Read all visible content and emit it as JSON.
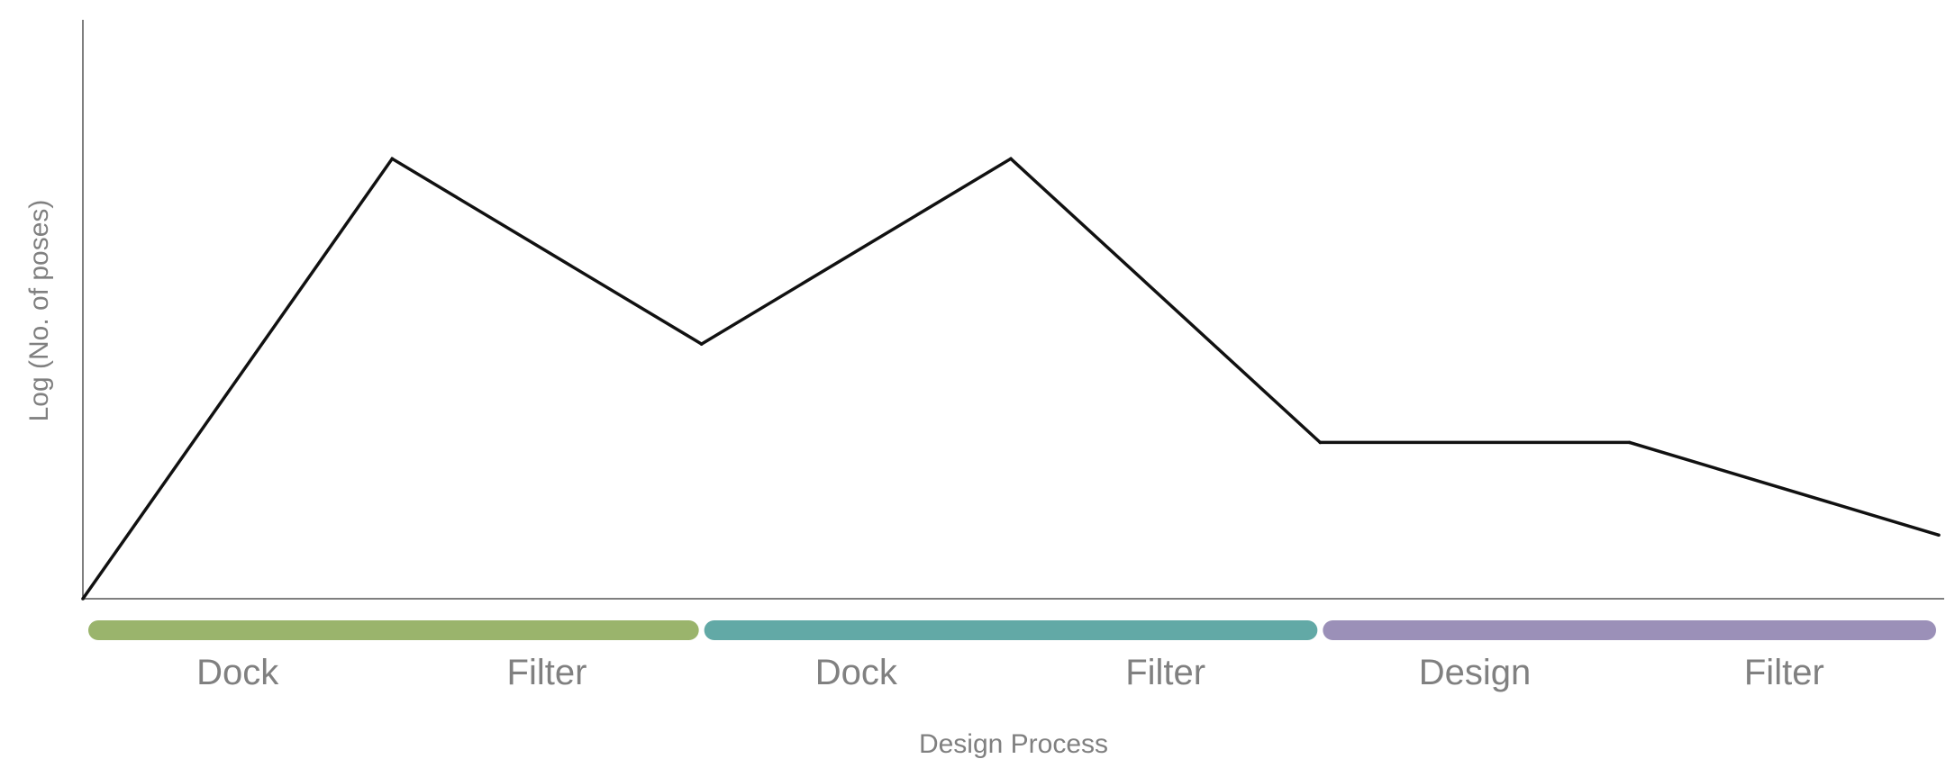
{
  "chart_data": {
    "type": "line",
    "title": "",
    "xlabel": "Design Process",
    "ylabel": "Log (No. of poses)",
    "grid": false,
    "legend": "none",
    "y_ticks_shown": false,
    "ylim": [
      0,
      100
    ],
    "series": [
      {
        "values": [
          0,
          76,
          44,
          76,
          27,
          27,
          11
        ]
      }
    ],
    "stages": [
      {
        "label": "Dock"
      },
      {
        "label": "Filter"
      },
      {
        "label": "Dock"
      },
      {
        "label": "Filter"
      },
      {
        "label": "Design"
      },
      {
        "label": "Filter"
      }
    ],
    "phases": [
      {
        "stages": [
          0,
          1
        ],
        "color": "#9AB46C"
      },
      {
        "stages": [
          2,
          3
        ],
        "color": "#62A9A6"
      },
      {
        "stages": [
          4,
          5
        ],
        "color": "#9B90B8"
      }
    ],
    "line_color": "#111111",
    "axis_color": "#555555",
    "label_color": "#808080"
  }
}
